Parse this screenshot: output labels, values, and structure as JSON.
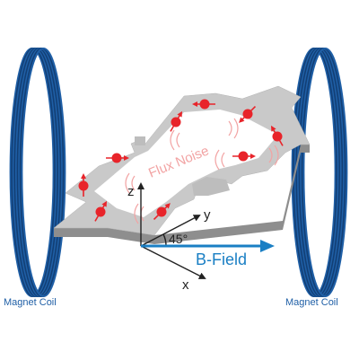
{
  "labels": {
    "coil_left": "Magnet Coil",
    "coil_right": "Magnet Coil",
    "flux_noise": "Flux Noise",
    "b_field": "B-Field",
    "angle": "45°",
    "axis_x": "x",
    "axis_y": "y",
    "axis_z": "z"
  },
  "colors": {
    "coil": "#1f5fa6",
    "coil_dark": "#123f75",
    "loop_top": "#c9c9c9",
    "loop_side": "#8e8e8e",
    "spin": "#e8242a",
    "flux_text": "#f2a3a3",
    "b_field": "#1a7fc4",
    "axis": "#222222"
  }
}
